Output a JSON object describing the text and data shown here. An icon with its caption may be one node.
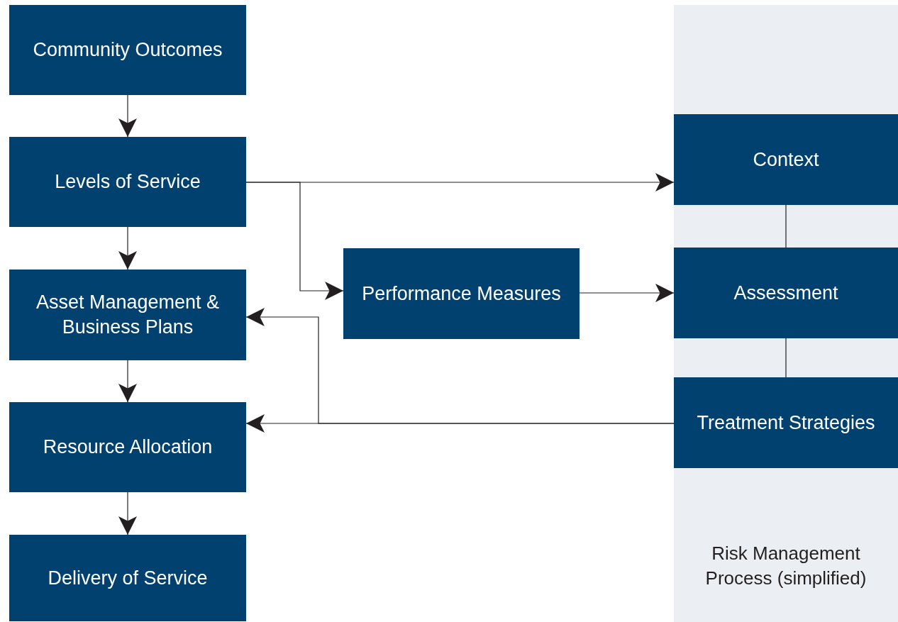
{
  "diagram": {
    "nodes": [
      {
        "text": [
          "Community Outcomes"
        ]
      },
      {
        "text": [
          "Levels of Service"
        ]
      },
      {
        "text": [
          "Asset Management & Business Plans"
        ]
      },
      {
        "text": [
          "Resource Allocation"
        ]
      },
      {
        "text": [
          "Delivery of Service"
        ]
      },
      {
        "text": [
          "Performance Measures"
        ]
      },
      {
        "text": [
          "Risk Management Process (simplified)"
        ]
      },
      {
        "text": [
          "Context"
        ],
        "in": 6
      },
      {
        "text": [
          "Assessment"
        ],
        "in": 6
      },
      {
        "text": [
          "Treatment Strategies"
        ],
        "in": 6
      }
    ],
    "edges": [
      {
        "from": 0,
        "to": 1,
        "arrow": "to"
      },
      {
        "from": 1,
        "to": 2,
        "arrow": "to"
      },
      {
        "from": 2,
        "to": 3,
        "arrow": "to"
      },
      {
        "from": 3,
        "to": 4,
        "arrow": "to"
      },
      {
        "from": 1,
        "to": 7,
        "arrow": "to"
      },
      {
        "from": 1,
        "to": 5,
        "arrow": "to"
      },
      {
        "from": 5,
        "to": 8,
        "arrow": "to"
      },
      {
        "from": 7,
        "to": 8,
        "arrow": "none"
      },
      {
        "from": 8,
        "to": 9,
        "arrow": "none"
      },
      {
        "from": 9,
        "to": 3,
        "arrow": "to"
      },
      {
        "from": 9,
        "to": 2,
        "arrow": "to"
      }
    ]
  }
}
